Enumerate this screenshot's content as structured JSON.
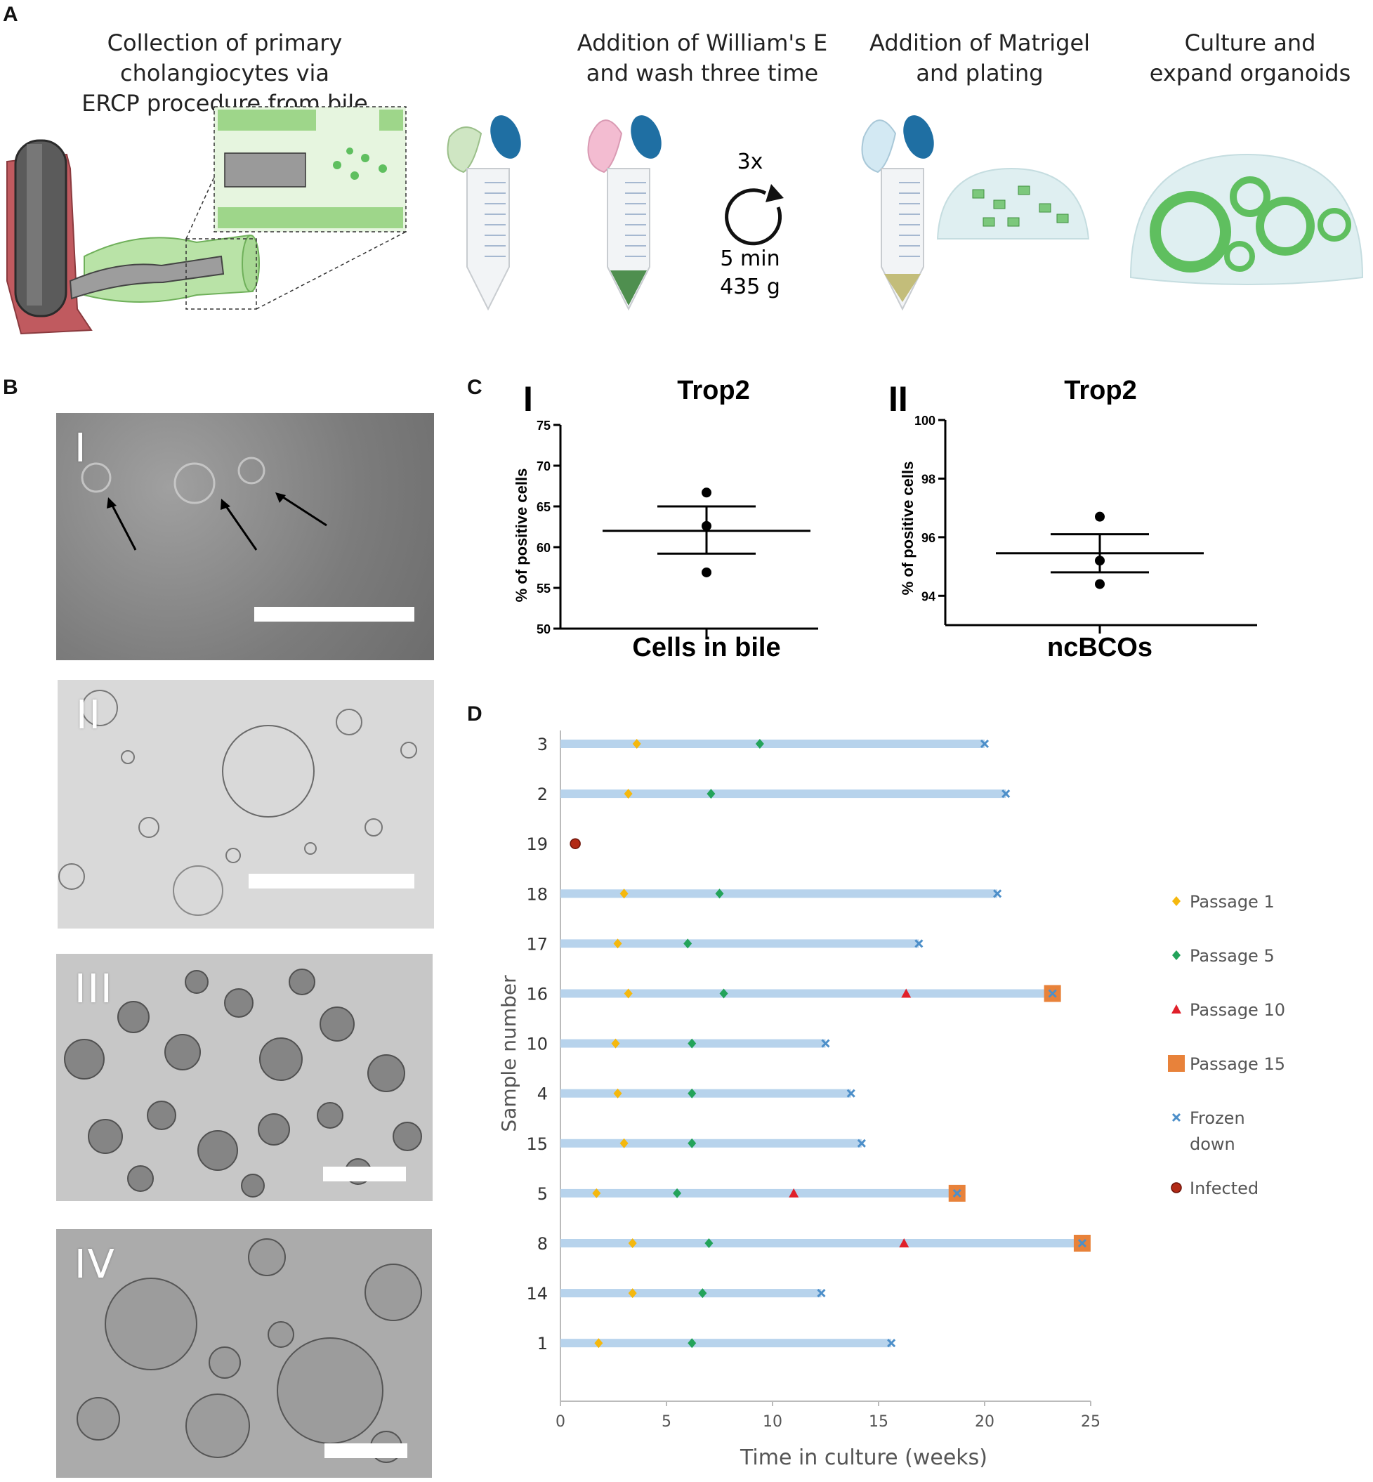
{
  "panel_a": {
    "letter": "A",
    "steps": [
      {
        "text": "Collection of primary cholangiocytes via\nERCP procedure from bile"
      },
      {
        "text": "Addition of William's E\nand wash three time"
      },
      {
        "text": "Addition of Matrigel\nand plating"
      },
      {
        "text": "Culture and\nexpand organoids"
      }
    ],
    "wash_cycle": {
      "repeats": "3x",
      "duration": "5 min",
      "force": "435 g"
    },
    "colors": {
      "duct_red": "#c05a5f",
      "duct_green": "#a8dc95",
      "cap_blue": "#1f6fa3",
      "dome": "#dfeff1",
      "organoid": "#5fbf5f"
    }
  },
  "panel_b": {
    "letter": "B",
    "images": [
      {
        "label": "I",
        "tone": "#8a8a8a"
      },
      {
        "label": "II",
        "tone": "#d8d8d8"
      },
      {
        "label": "III",
        "tone": "#bdbdbd"
      },
      {
        "label": "IV",
        "tone": "#a8a8a8"
      }
    ]
  },
  "panel_c": {
    "letter": "C",
    "chart_data": [
      {
        "type": "scatter",
        "panel_label": "I",
        "title": "Trop2",
        "ylabel": "% of positive cells",
        "xlabel": "Cells in bile",
        "ylim": [
          50,
          75
        ],
        "yticks": [
          50,
          55,
          60,
          65,
          70,
          75
        ],
        "points": [
          66.7,
          62.6,
          56.9
        ],
        "mean": 62.0,
        "sem_upper": 65.0,
        "sem_lower": 59.2
      },
      {
        "type": "scatter",
        "panel_label": "II",
        "title": "Trop2",
        "ylabel": "% of positive cells",
        "xlabel": "ncBCOs",
        "ylim": [
          93,
          100
        ],
        "yticks": [
          94,
          96,
          98,
          100
        ],
        "points": [
          96.7,
          95.2,
          94.4
        ],
        "mean": 95.45,
        "sem_upper": 96.1,
        "sem_lower": 94.8
      }
    ]
  },
  "panel_d": {
    "letter": "D",
    "chart_data": {
      "type": "line",
      "xlabel": "Time in culture (weeks)",
      "ylabel": "Sample number",
      "xlim": [
        0,
        25
      ],
      "xticks": [
        0,
        5,
        10,
        15,
        20,
        25
      ],
      "grid": false,
      "legend_position": "right",
      "legend": [
        {
          "key": "passage1",
          "label": "Passage 1",
          "color": "#f5b80e",
          "marker": "diamond"
        },
        {
          "key": "passage5",
          "label": "Passage 5",
          "color": "#23a35a",
          "marker": "diamond"
        },
        {
          "key": "passage10",
          "label": "Passage 10",
          "color": "#e0202a",
          "marker": "triangle"
        },
        {
          "key": "passage15",
          "label": "Passage 15",
          "color": "#e8823a",
          "marker": "square"
        },
        {
          "key": "frozen",
          "label": "Frozen\ndown",
          "color": "#4d8fc9",
          "marker": "x"
        },
        {
          "key": "infected",
          "label": "Infected",
          "color": "#b22a16",
          "marker": "circle"
        }
      ],
      "bar_color": "#b7d3ec",
      "samples": [
        {
          "label": "3",
          "end": 20.0,
          "passage1": 3.6,
          "passage5": 9.4,
          "passage10": null,
          "passage15": null,
          "frozen": 20.0,
          "infected": null
        },
        {
          "label": "2",
          "end": 21.0,
          "passage1": 3.2,
          "passage5": 7.1,
          "passage10": null,
          "passage15": null,
          "frozen": 21.0,
          "infected": null
        },
        {
          "label": "19",
          "end": null,
          "passage1": null,
          "passage5": null,
          "passage10": null,
          "passage15": null,
          "frozen": null,
          "infected": 0.7
        },
        {
          "label": "18",
          "end": 20.6,
          "passage1": 3.0,
          "passage5": 7.5,
          "passage10": null,
          "passage15": null,
          "frozen": 20.6,
          "infected": null
        },
        {
          "label": "17",
          "end": 16.9,
          "passage1": 2.7,
          "passage5": 6.0,
          "passage10": null,
          "passage15": null,
          "frozen": 16.9,
          "infected": null
        },
        {
          "label": "16",
          "end": 23.2,
          "passage1": 3.2,
          "passage5": 7.7,
          "passage10": 16.3,
          "passage15": 23.2,
          "frozen": 23.2,
          "infected": null
        },
        {
          "label": "10",
          "end": 12.5,
          "passage1": 2.6,
          "passage5": 6.2,
          "passage10": null,
          "passage15": null,
          "frozen": 12.5,
          "infected": null
        },
        {
          "label": "4",
          "end": 13.7,
          "passage1": 2.7,
          "passage5": 6.2,
          "passage10": null,
          "passage15": null,
          "frozen": 13.7,
          "infected": null
        },
        {
          "label": "15",
          "end": 14.2,
          "passage1": 3.0,
          "passage5": 6.2,
          "passage10": null,
          "passage15": null,
          "frozen": 14.2,
          "infected": null
        },
        {
          "label": "5",
          "end": 18.7,
          "passage1": 1.7,
          "passage5": 5.5,
          "passage10": 11.0,
          "passage15": 18.7,
          "frozen": 18.7,
          "infected": null
        },
        {
          "label": "8",
          "end": 24.6,
          "passage1": 3.4,
          "passage5": 7.0,
          "passage10": 16.2,
          "passage15": 24.6,
          "frozen": 24.6,
          "infected": null
        },
        {
          "label": "14",
          "end": 12.3,
          "passage1": 3.4,
          "passage5": 6.7,
          "passage10": null,
          "passage15": null,
          "frozen": 12.3,
          "infected": null
        },
        {
          "label": "1",
          "end": 15.6,
          "passage1": 1.8,
          "passage5": 6.2,
          "passage10": null,
          "passage15": null,
          "frozen": 15.6,
          "infected": null
        }
      ]
    }
  }
}
